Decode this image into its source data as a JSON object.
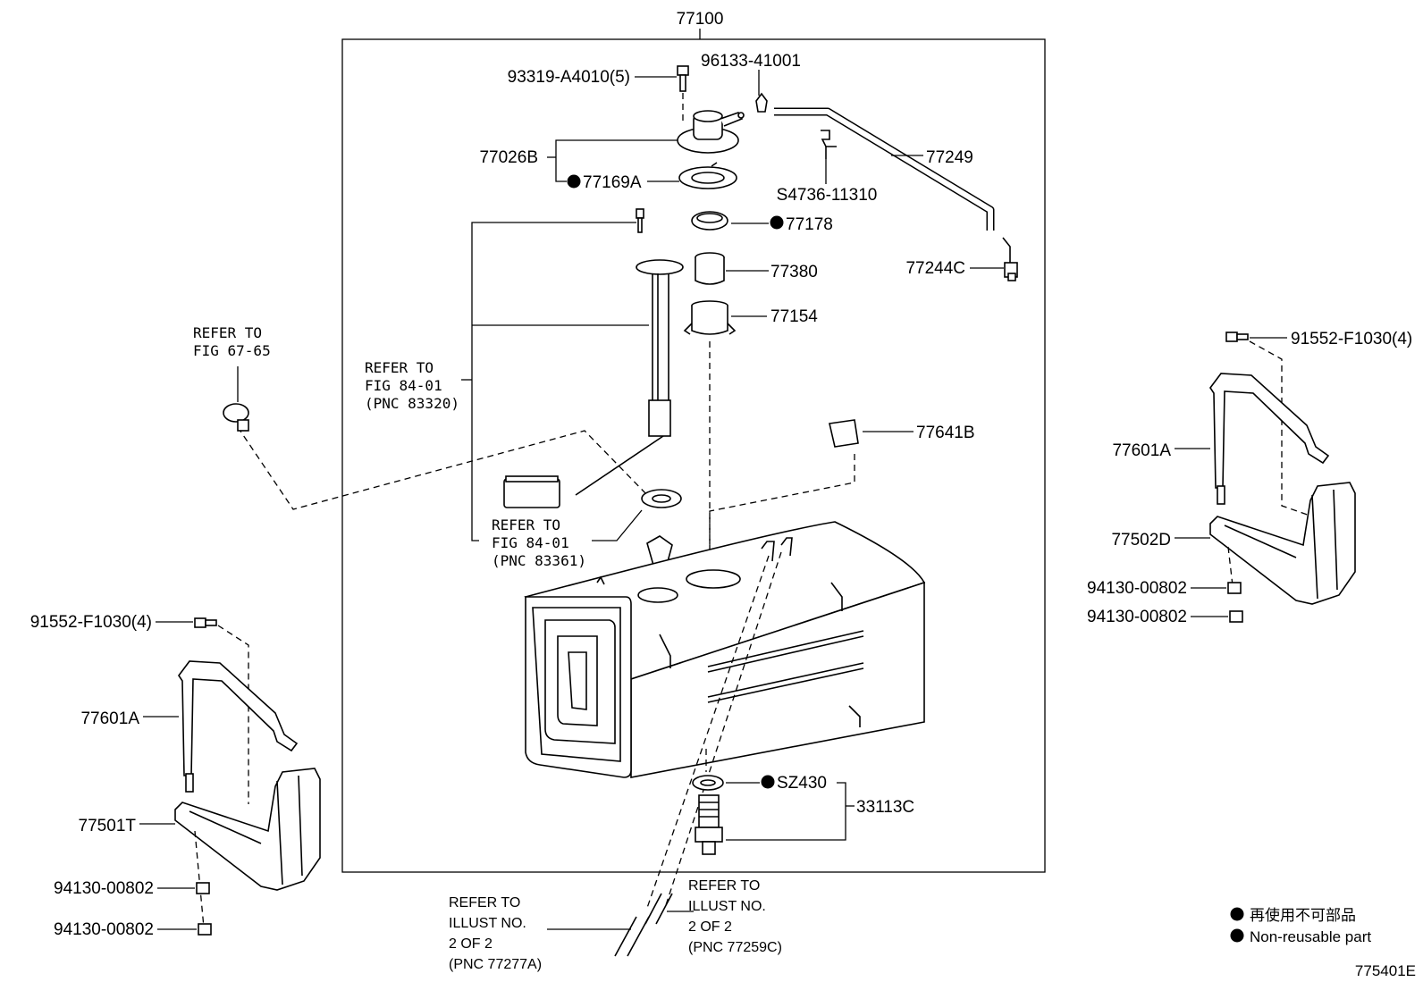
{
  "assembly": {
    "number": "77100"
  },
  "parts": {
    "p93319": "93319-A4010(5)",
    "p96133": "96133-41001",
    "p77026B": "77026B",
    "p77169A": "77169A",
    "p77249": "77249",
    "pS4736": "S4736-11310",
    "p77178": "77178",
    "p77380": "77380",
    "p77244C": "77244C",
    "p77154": "77154",
    "p77641B": "77641B",
    "pSZ430": "SZ430",
    "p33113C": "33113C",
    "left_bolt": "91552-F1030(4)",
    "left_strap": "77601A",
    "left_cushion": "77501T",
    "left_nut1": "94130-00802",
    "left_nut2": "94130-00802",
    "right_bolt": "91552-F1030(4)",
    "right_strap": "77601A",
    "right_cushion": "77502D",
    "right_nut1": "94130-00802",
    "right_nut2": "94130-00802"
  },
  "references": {
    "fig6765": [
      "REFER TO",
      "FIG 67-65"
    ],
    "fig8401a": [
      "REFER TO",
      "FIG 84-01",
      "(PNC 83320)"
    ],
    "fig8401b": [
      "REFER TO",
      "FIG 84-01",
      "(PNC 83361)"
    ],
    "illust_a": [
      "REFER TO",
      "ILLUST NO.",
      "2 OF 2",
      "(PNC 77277A)"
    ],
    "illust_b": [
      "REFER TO",
      "ILLUST NO.",
      "2 OF 2",
      "(PNC 77259C)"
    ]
  },
  "legend": {
    "jp": "再使用不可部品",
    "en": "Non-reusable part",
    "bullet_color": "#000000"
  },
  "figure_id": "775401E"
}
